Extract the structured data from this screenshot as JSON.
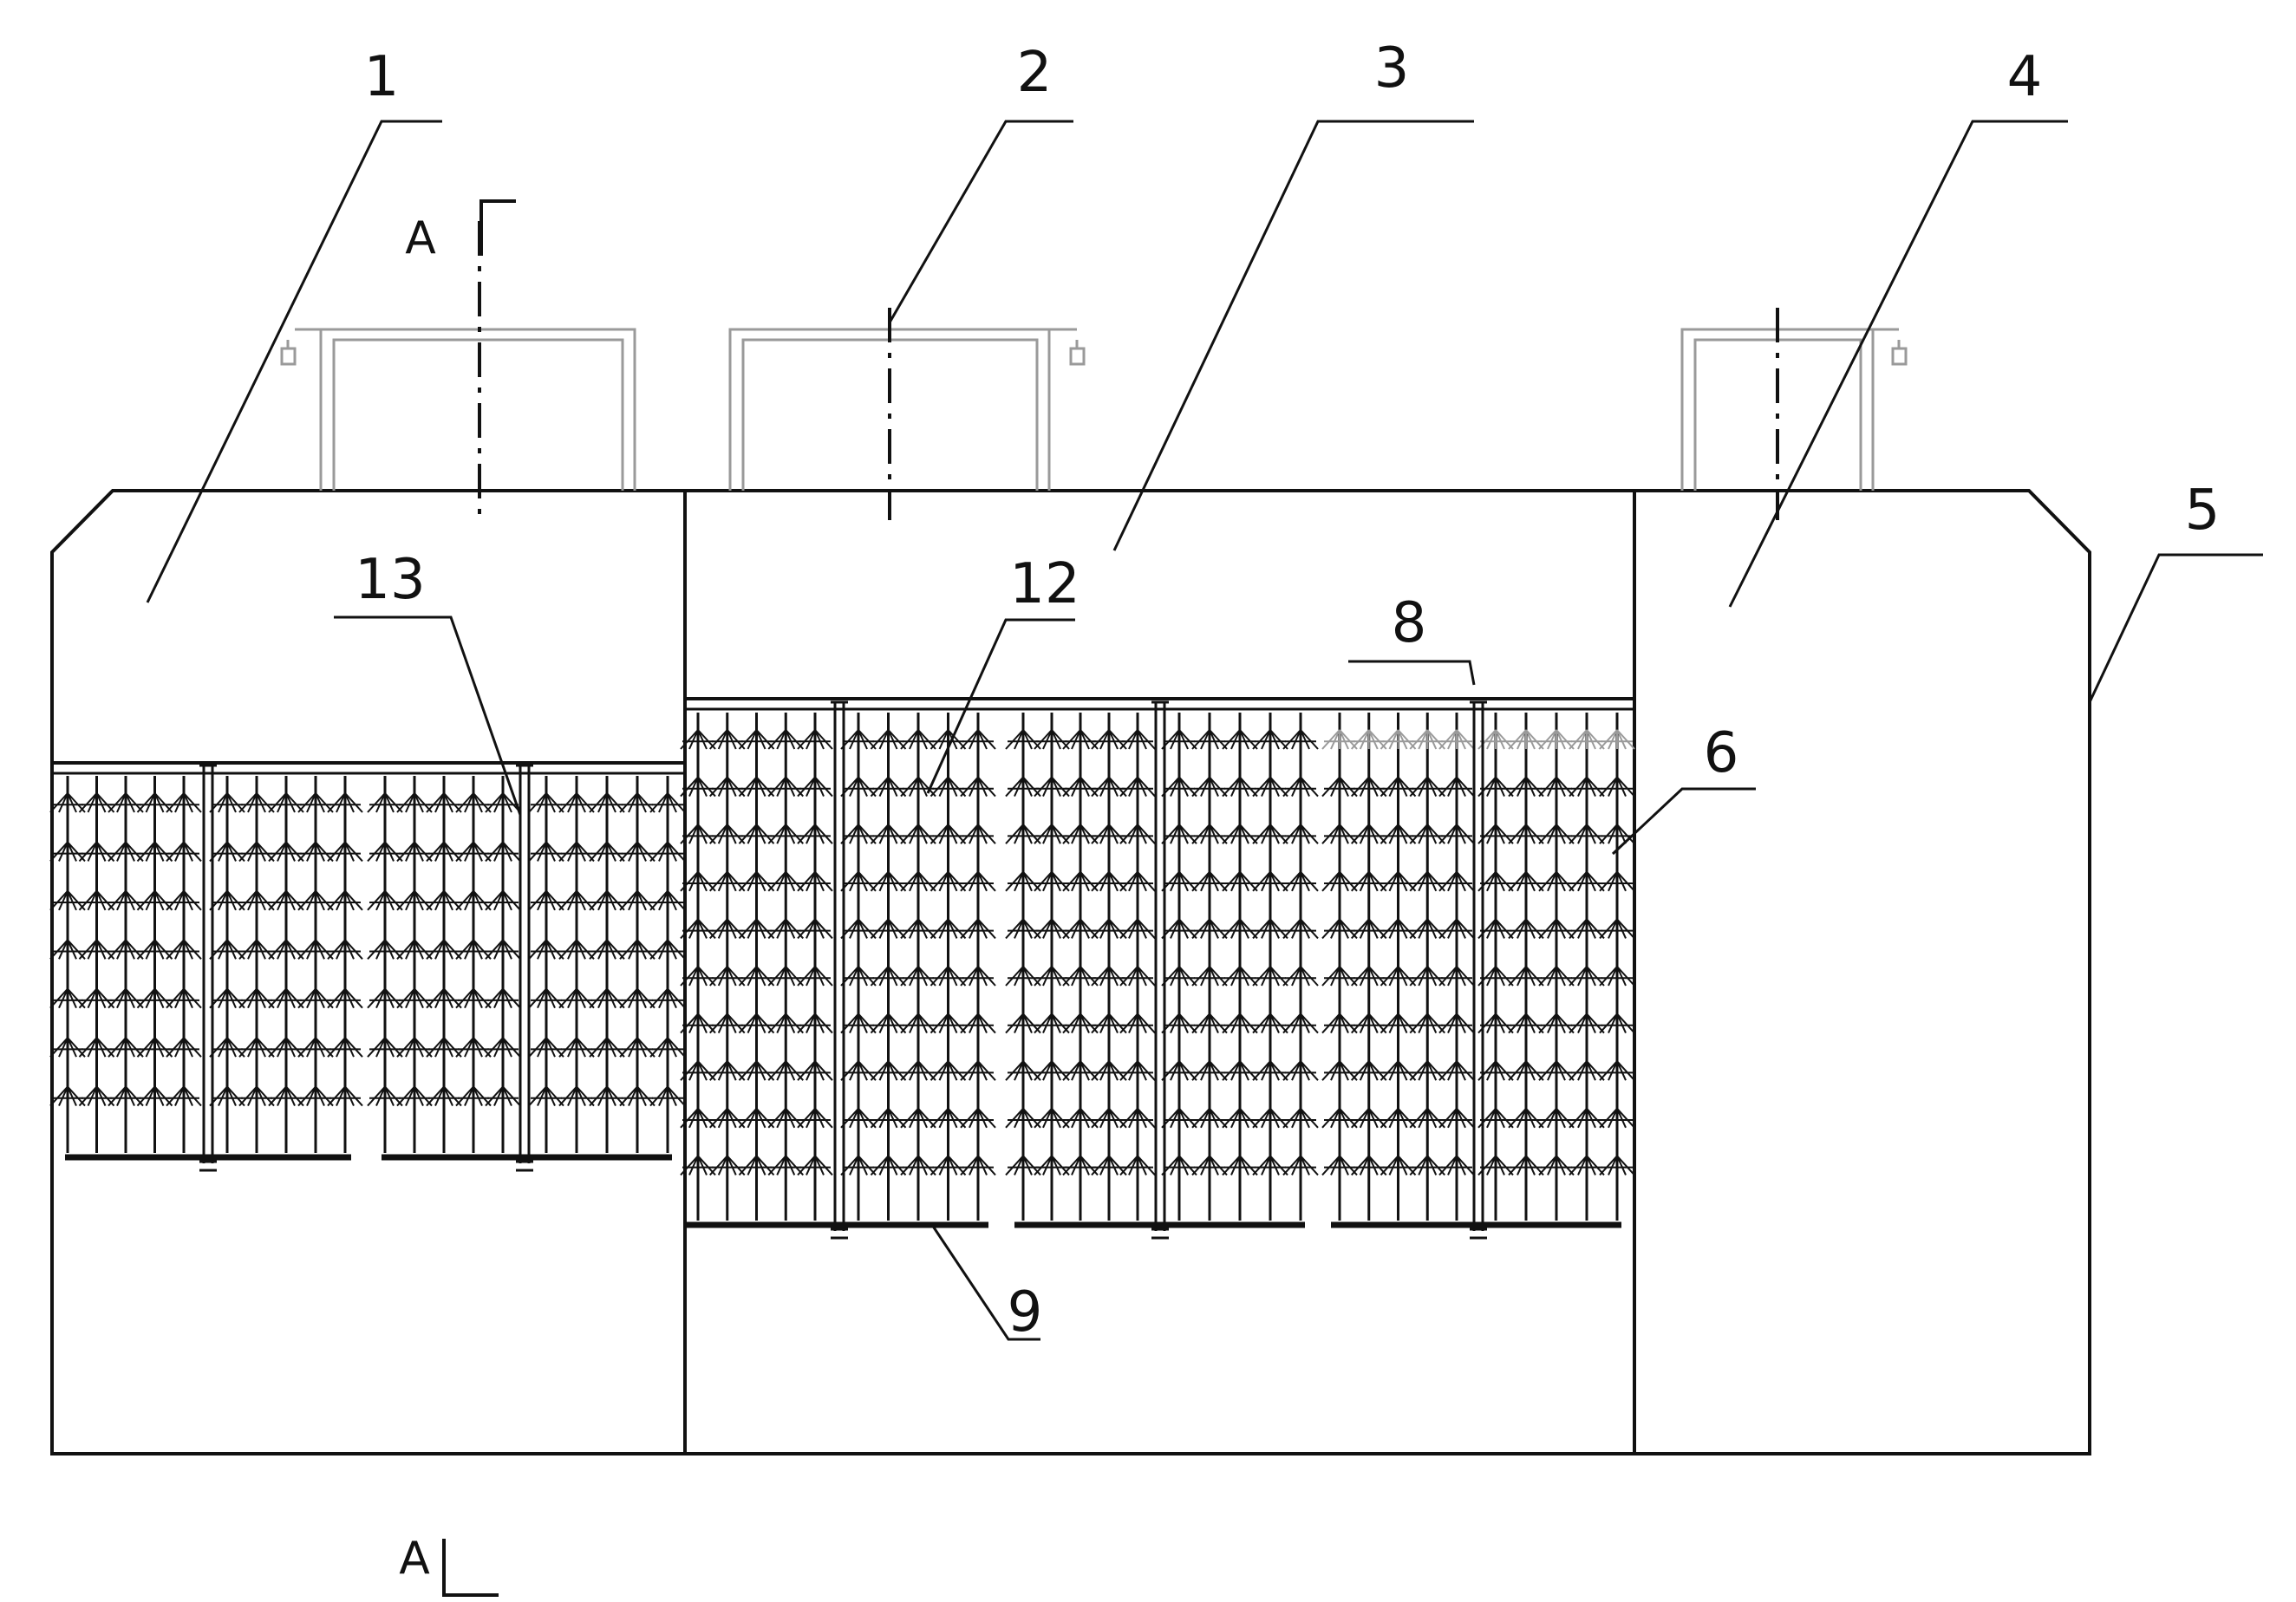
{
  "labels": {
    "l1": "1",
    "l2": "2",
    "l3": "3",
    "l4": "4",
    "l5": "5",
    "l6": "6",
    "l8": "8",
    "l9": "9",
    "l12": "12",
    "l13": "13"
  },
  "section": {
    "top": "A",
    "bottom": "A"
  },
  "colors": {
    "ink": "#111111",
    "faint": "#9a9a9a"
  }
}
